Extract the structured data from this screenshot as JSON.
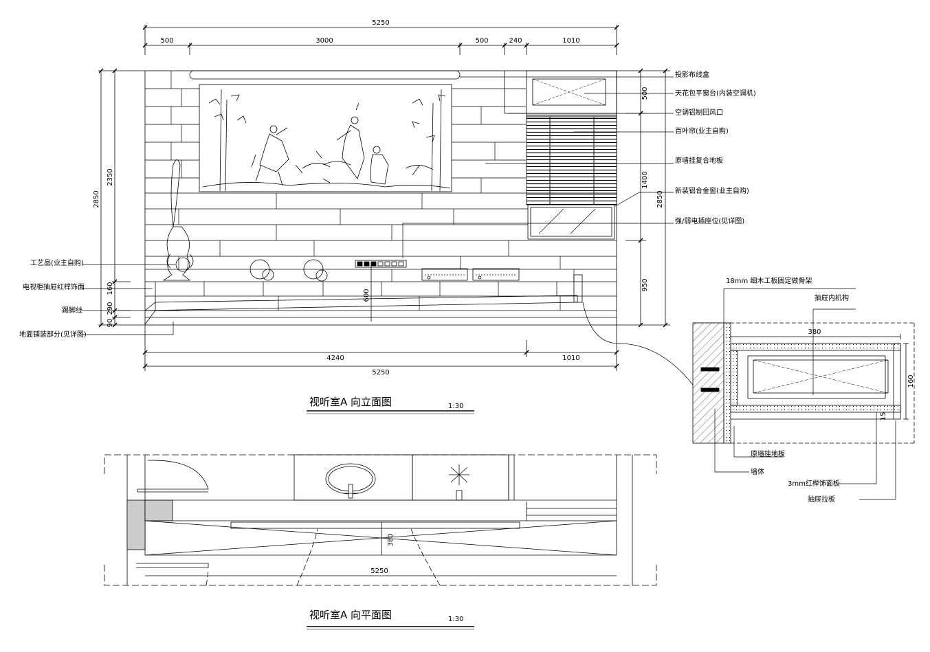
{
  "elevation": {
    "title": "视听室A 向立面图",
    "scale": "1:30",
    "dims_top": {
      "total": "5250",
      "seg1": "500",
      "seg2": "3000",
      "seg3": "500",
      "seg4": "240",
      "seg5": "1010"
    },
    "dims_bottom": {
      "left": "4240",
      "right": "1010",
      "total": "5250"
    },
    "dims_left": {
      "total": "2850",
      "upper": "2350",
      "d160": "160",
      "d290": "290",
      "d90": "90"
    },
    "dims_right": {
      "d500": "500",
      "d1400": "1400",
      "d950": "950",
      "total": "2850"
    },
    "dim_600": "600",
    "labels_right": [
      "投影布线盒",
      "天花包平窗台(内装空调机)",
      "空调铝制回风口",
      "百叶帘(业主自购)",
      "原墙挂复合地板",
      "新装铝合金窗(业主自购)",
      "强/弱电插座位(见详图)"
    ],
    "labels_left": [
      "工艺品(业主自购)",
      "电视柜抽屉红榉饰面",
      "踢脚线",
      "地面铺装部分(见详图)"
    ]
  },
  "detail": {
    "dim_380": "380",
    "dim_160": "160",
    "dim_15": "15",
    "labels": [
      "18mm 细木工板固定做骨架",
      "抽屉内机构",
      "原墙挂地板",
      "墙体",
      "3mm红榉饰面板",
      "抽屉拉板"
    ]
  },
  "plan": {
    "title": "视听室A 向平面图",
    "scale": "1:30",
    "dim_total": "5250",
    "dim_380": "380"
  }
}
